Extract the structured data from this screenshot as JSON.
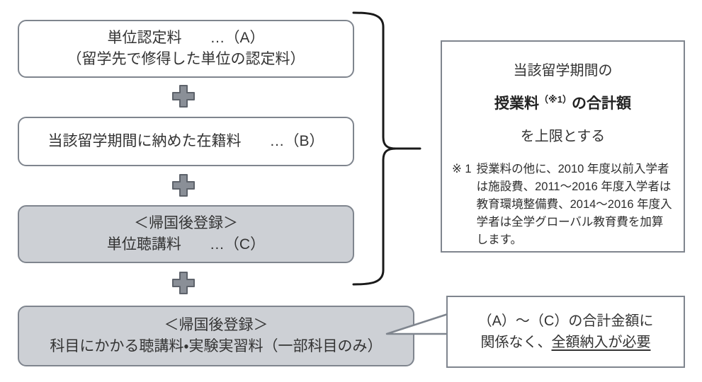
{
  "diagram": {
    "title_semantic": "tuition-refund-calculation-diagram",
    "colors": {
      "border": "#7f858e",
      "gray_fill": "#cdd0d5",
      "text": "#333333",
      "brace": "#1a1a1a",
      "page_background": "#ffffff"
    },
    "stack": {
      "items": [
        {
          "id": "A",
          "filled": false,
          "lines": [
            "単位認定料",
            "（留学先で修得した単位の認定料）"
          ],
          "label": "…（A）"
        },
        {
          "id": "B",
          "filled": false,
          "lines": [
            "当該留学期間に納めた在籍料"
          ],
          "label": "…（B）"
        },
        {
          "id": "C",
          "filled": true,
          "lines": [
            "＜帰国後登録＞",
            "単位聴講料"
          ],
          "label": "…（C）"
        },
        {
          "id": "D",
          "filled": true,
          "lines": [
            "＜帰国後登録＞",
            "科目にかかる聴講料・実験実習料（一部科目のみ）"
          ],
          "label": ""
        }
      ],
      "operators": [
        "plus-icon",
        "plus-icon",
        "plus-icon"
      ]
    },
    "callout_top": {
      "line1": "当該留学期間の",
      "line2_bold_prefix": "授業料",
      "line2_superscript": "（※1）",
      "line2_bold_suffix": "の合計額",
      "line3": "を上限とする",
      "note_mark": "※ 1",
      "note_body": "授業料の他に、2010 年度以前入学者は施設費、2011〜2016 年度入学者は教育環境整備費、2014〜2016 年度入学者は全学グローバル教育費を加算します。"
    },
    "callout_bottom": {
      "line1": "（A）〜（C）の合計金額に",
      "line2_prefix": "関係なく、",
      "line2_underlined": "全額納入が必要"
    }
  }
}
